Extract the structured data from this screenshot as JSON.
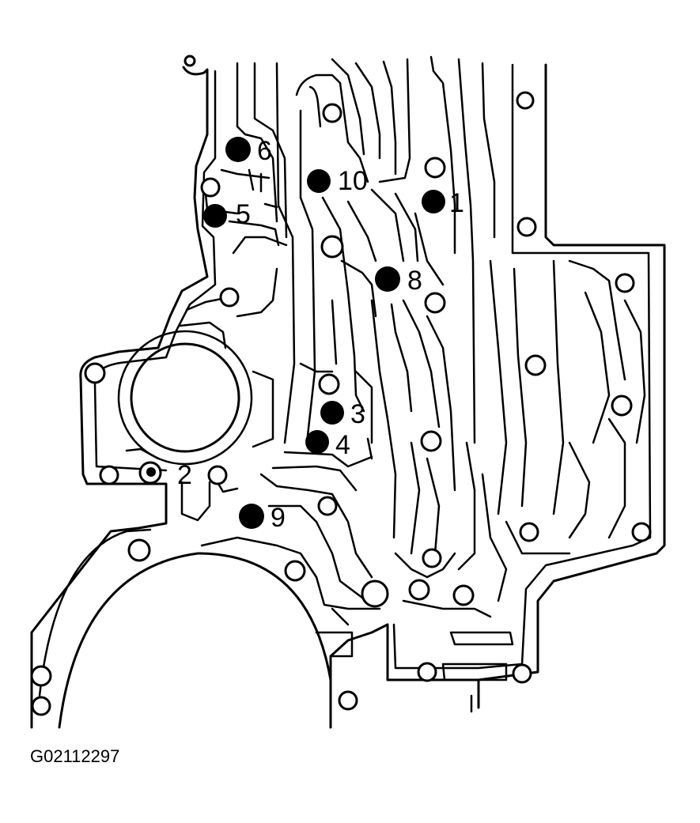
{
  "figure_code": "G02112297",
  "balls": [
    {
      "label": "1"
    },
    {
      "label": "2"
    },
    {
      "label": "3"
    },
    {
      "label": "4"
    },
    {
      "label": "5"
    },
    {
      "label": "6"
    },
    {
      "label": "8"
    },
    {
      "label": "9"
    },
    {
      "label": "10"
    }
  ],
  "colors": {
    "line": "#000000",
    "background": "#ffffff"
  }
}
